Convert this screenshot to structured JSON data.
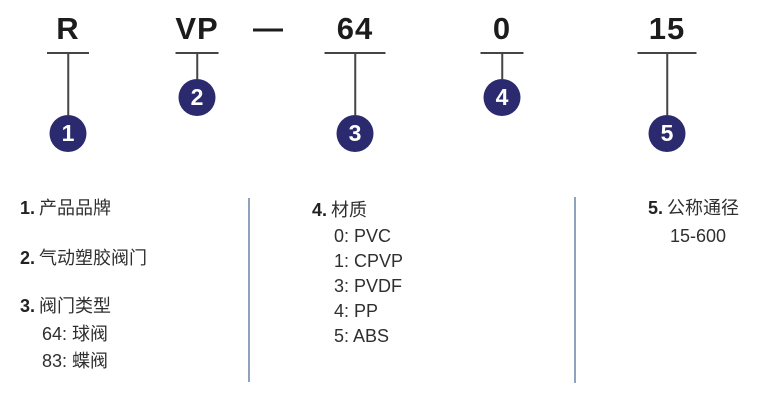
{
  "model_code": {
    "separator": "—",
    "segments": [
      {
        "text": "R",
        "badge": "1"
      },
      {
        "text": "VP",
        "badge": "2"
      },
      {
        "text": "64",
        "badge": "3"
      },
      {
        "text": "0",
        "badge": "4"
      },
      {
        "text": "15",
        "badge": "5"
      }
    ]
  },
  "legend": {
    "sections": [
      {
        "num": "1.",
        "title": "产品品牌",
        "items": []
      },
      {
        "num": "2.",
        "title": "气动塑胶阀门",
        "items": []
      },
      {
        "num": "3.",
        "title": "阀门类型",
        "items": [
          "64: 球阀",
          "83: 蝶阀"
        ]
      },
      {
        "num": "4.",
        "title": "材质",
        "items": [
          "0: PVC",
          "1: CPVP",
          "3: PVDF",
          "4: PP",
          "5: ABS"
        ]
      },
      {
        "num": "5.",
        "title": "公称通径",
        "items": [
          "15-600"
        ]
      }
    ]
  },
  "colors": {
    "badge": "#2b2a6e",
    "divider": "#8fa3bc",
    "text": "#2f2f2f"
  }
}
